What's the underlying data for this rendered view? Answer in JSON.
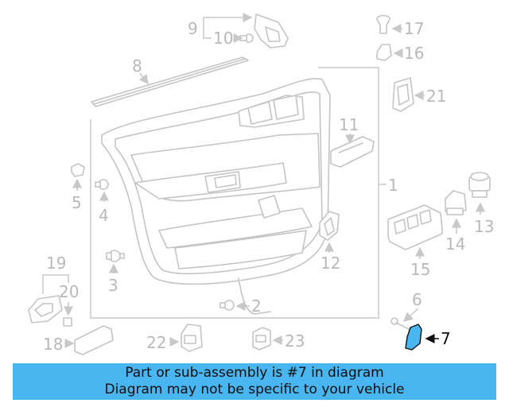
{
  "callouts": {
    "c1": "1",
    "c2": "2",
    "c3": "3",
    "c4": "4",
    "c5": "5",
    "c6": "6",
    "c7": "7",
    "c8": "8",
    "c9": "9",
    "c10": "10",
    "c11": "11",
    "c12": "12",
    "c13": "13",
    "c14": "14",
    "c15": "15",
    "c16": "16",
    "c17": "17",
    "c18": "18",
    "c19": "19",
    "c20": "20",
    "c21": "21",
    "c22": "22",
    "c23": "23"
  },
  "highlight_part": "7",
  "colors": {
    "highlight_fill": "#4ab6f1",
    "banner_bg": "#4ab6f1",
    "line_gray": "#c4c4c4"
  },
  "banner": {
    "line1": "Part or sub-assembly is #7 in diagram",
    "line2": "Diagram may not be specific to your vehicle"
  }
}
